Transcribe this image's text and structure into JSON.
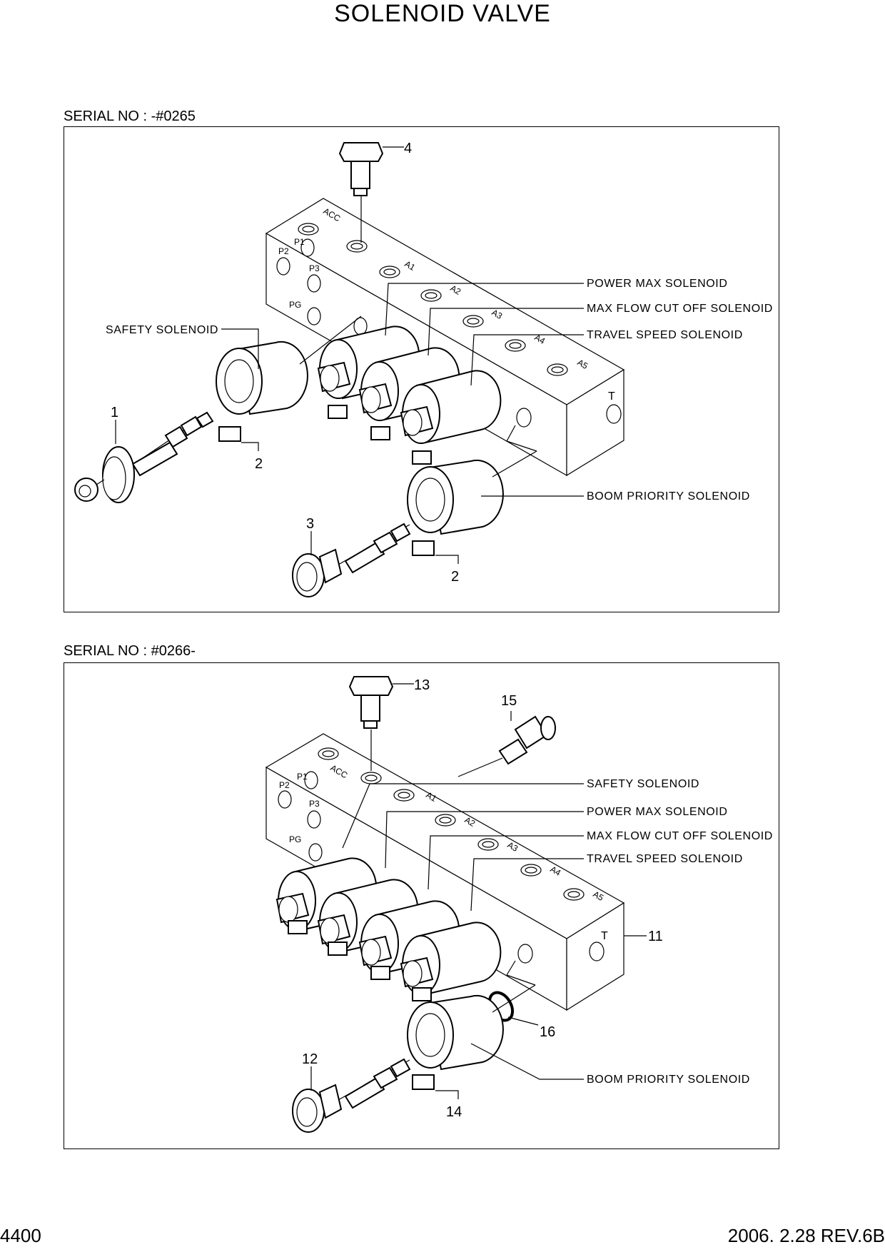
{
  "page": {
    "title": "SOLENOID VALVE",
    "page_number": "4400",
    "revision": "2006. 2.28  REV.6B"
  },
  "panel_top": {
    "serial": "SERIAL NO : -#0265",
    "callouts": {
      "safety": "SAFETY SOLENOID",
      "power_max": "POWER MAX SOLENOID",
      "max_flow": "MAX FLOW CUT OFF SOLENOID",
      "travel_speed": "TRAVEL SPEED SOLENOID",
      "boom_priority": "BOOM PRIORITY SOLENOID"
    },
    "part_numbers": {
      "n1": "1",
      "n2a": "2",
      "n2b": "2",
      "n3": "3",
      "n4": "4"
    },
    "ports": {
      "acc": "ACC",
      "p1": "P1",
      "p2": "P2",
      "p3": "P3",
      "pg": "PG",
      "a1": "A1",
      "a2": "A2",
      "a3": "A3",
      "a4": "A4",
      "a5": "A5",
      "t": "T"
    }
  },
  "panel_bottom": {
    "serial": "SERIAL NO : #0266-",
    "callouts": {
      "safety": "SAFETY SOLENOID",
      "power_max": "POWER MAX SOLENOID",
      "max_flow": "MAX FLOW CUT OFF SOLENOID",
      "travel_speed": "TRAVEL SPEED SOLENOID",
      "boom_priority": "BOOM PRIORITY SOLENOID"
    },
    "part_numbers": {
      "n11": "11",
      "n12": "12",
      "n13": "13",
      "n14": "14",
      "n15": "15",
      "n16": "16"
    },
    "ports": {
      "acc": "ACC",
      "p1": "P1",
      "p2": "P2",
      "p3": "P3",
      "pg": "PG",
      "a1": "A1",
      "a2": "A2",
      "a3": "A3",
      "a4": "A4",
      "a5": "A5",
      "t": "T"
    }
  }
}
